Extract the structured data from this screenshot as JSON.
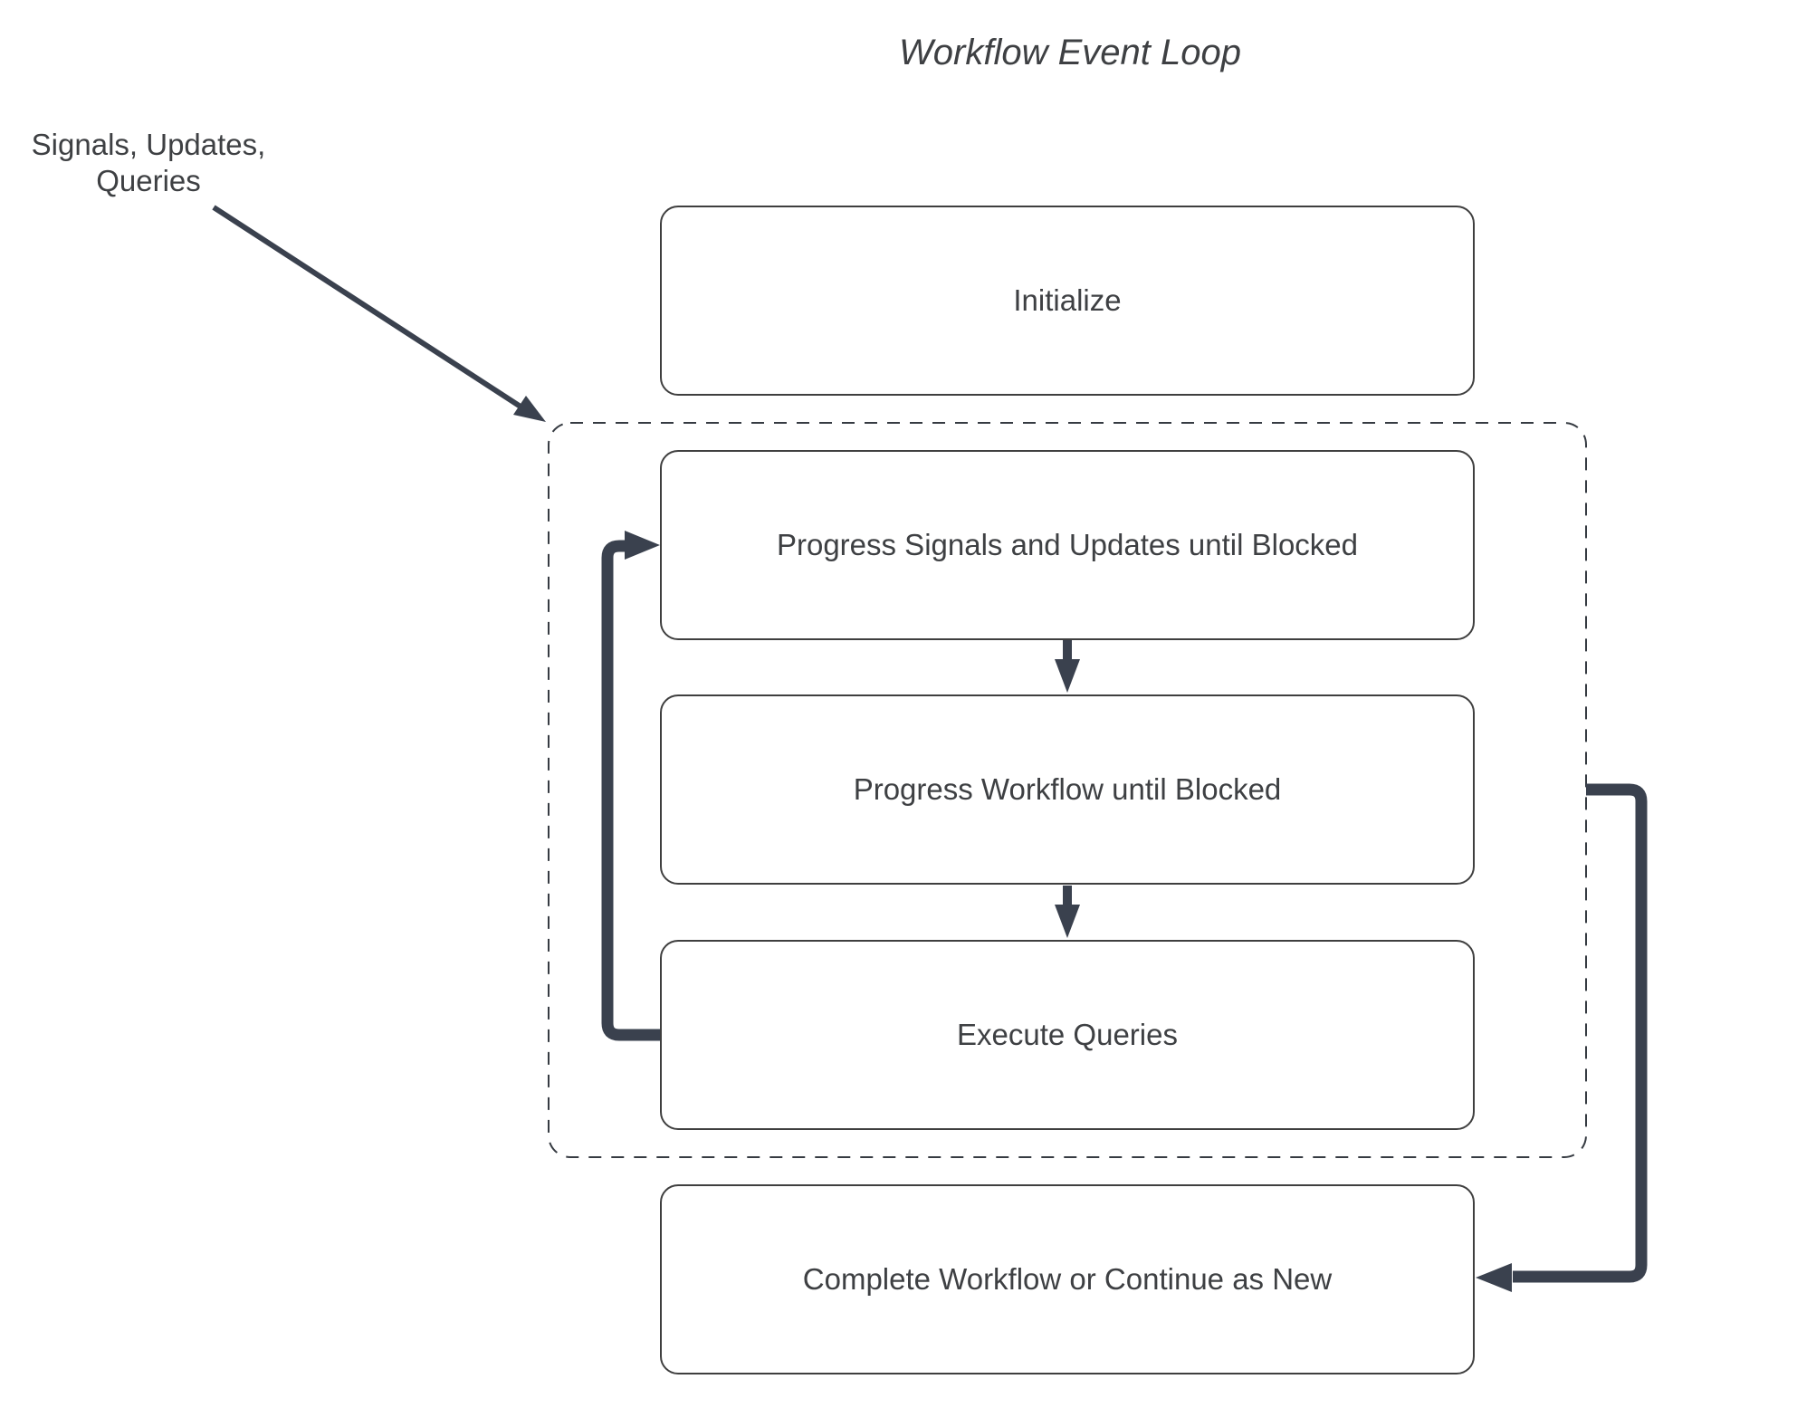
{
  "diagram": {
    "title": "Workflow Event Loop",
    "external_label": {
      "line1": "Signals, Updates,",
      "line2": "Queries"
    },
    "nodes": {
      "initialize": "Initialize",
      "progress_signals": "Progress Signals and Updates until Blocked",
      "progress_workflow": "Progress Workflow until Blocked",
      "execute_queries": "Execute Queries",
      "complete": "Complete Workflow or Continue as New"
    },
    "container": {
      "style": "dashed",
      "contains": [
        "progress_signals",
        "progress_workflow",
        "execute_queries"
      ]
    },
    "edges": [
      {
        "from": "external_label",
        "to": "event_loop_container",
        "style": "thin-diagonal-arrow"
      },
      {
        "from": "progress_signals",
        "to": "progress_workflow",
        "style": "down-arrow"
      },
      {
        "from": "progress_workflow",
        "to": "execute_queries",
        "style": "down-arrow"
      },
      {
        "from": "execute_queries",
        "to": "progress_signals",
        "style": "thick-loop-back-left"
      },
      {
        "from": "event_loop_container",
        "to": "complete",
        "style": "thick-exit-right"
      }
    ],
    "colors": {
      "background": "#ffffff",
      "box_border": "#3f3f3f",
      "dashed_border": "#363b42",
      "arrow": "#3a414e",
      "text": "#3e4043"
    }
  }
}
